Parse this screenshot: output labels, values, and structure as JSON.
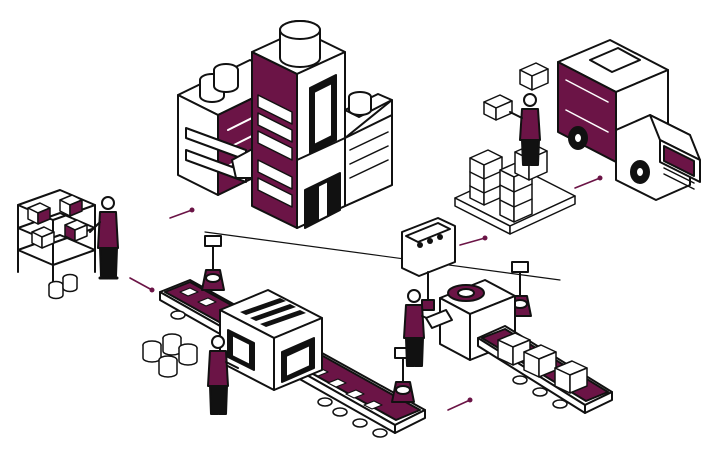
{
  "illustration": {
    "style": "isometric line art",
    "colors": {
      "accent": "#6b1446",
      "ink": "#111111",
      "paper": "#ffffff",
      "light": "#e8e8e8"
    },
    "elements": [
      "factory-building",
      "storage-shelf",
      "worker",
      "conveyor-belt",
      "packaging-machine",
      "control-panel",
      "robotic-arm",
      "box-stack",
      "delivery-truck"
    ]
  }
}
